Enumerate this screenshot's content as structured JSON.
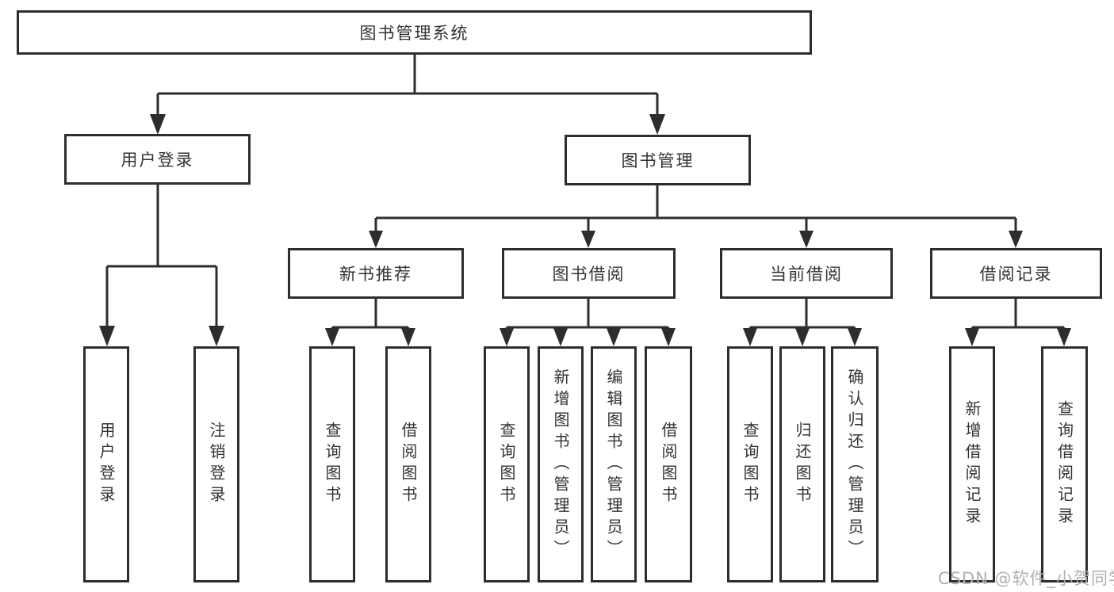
{
  "tree": {
    "root": "图书管理系统",
    "user": {
      "label": "用户登录",
      "children": [
        "用户登录",
        "注销登录"
      ]
    },
    "books": {
      "label": "图书管理",
      "children": [
        {
          "label": "新书推荐",
          "children": [
            "查询图书",
            "借阅图书"
          ]
        },
        {
          "label": "图书借阅",
          "children": [
            "查询图书",
            "新增图书（管理员）",
            "编辑图书（管理员）",
            "借阅图书"
          ]
        },
        {
          "label": "当前借阅",
          "children": [
            "查询图书",
            "归还图书",
            "确认归还（管理员）"
          ]
        },
        {
          "label": "借阅记录",
          "children": [
            "新增借阅记录",
            "查询借阅记录"
          ]
        }
      ]
    }
  },
  "watermark": "CSDN @软件_小贺同学",
  "colors": {
    "line": "#2d2d2d",
    "text": "#333333",
    "watermark": "#b0b0b0",
    "background": "#ffffff"
  }
}
